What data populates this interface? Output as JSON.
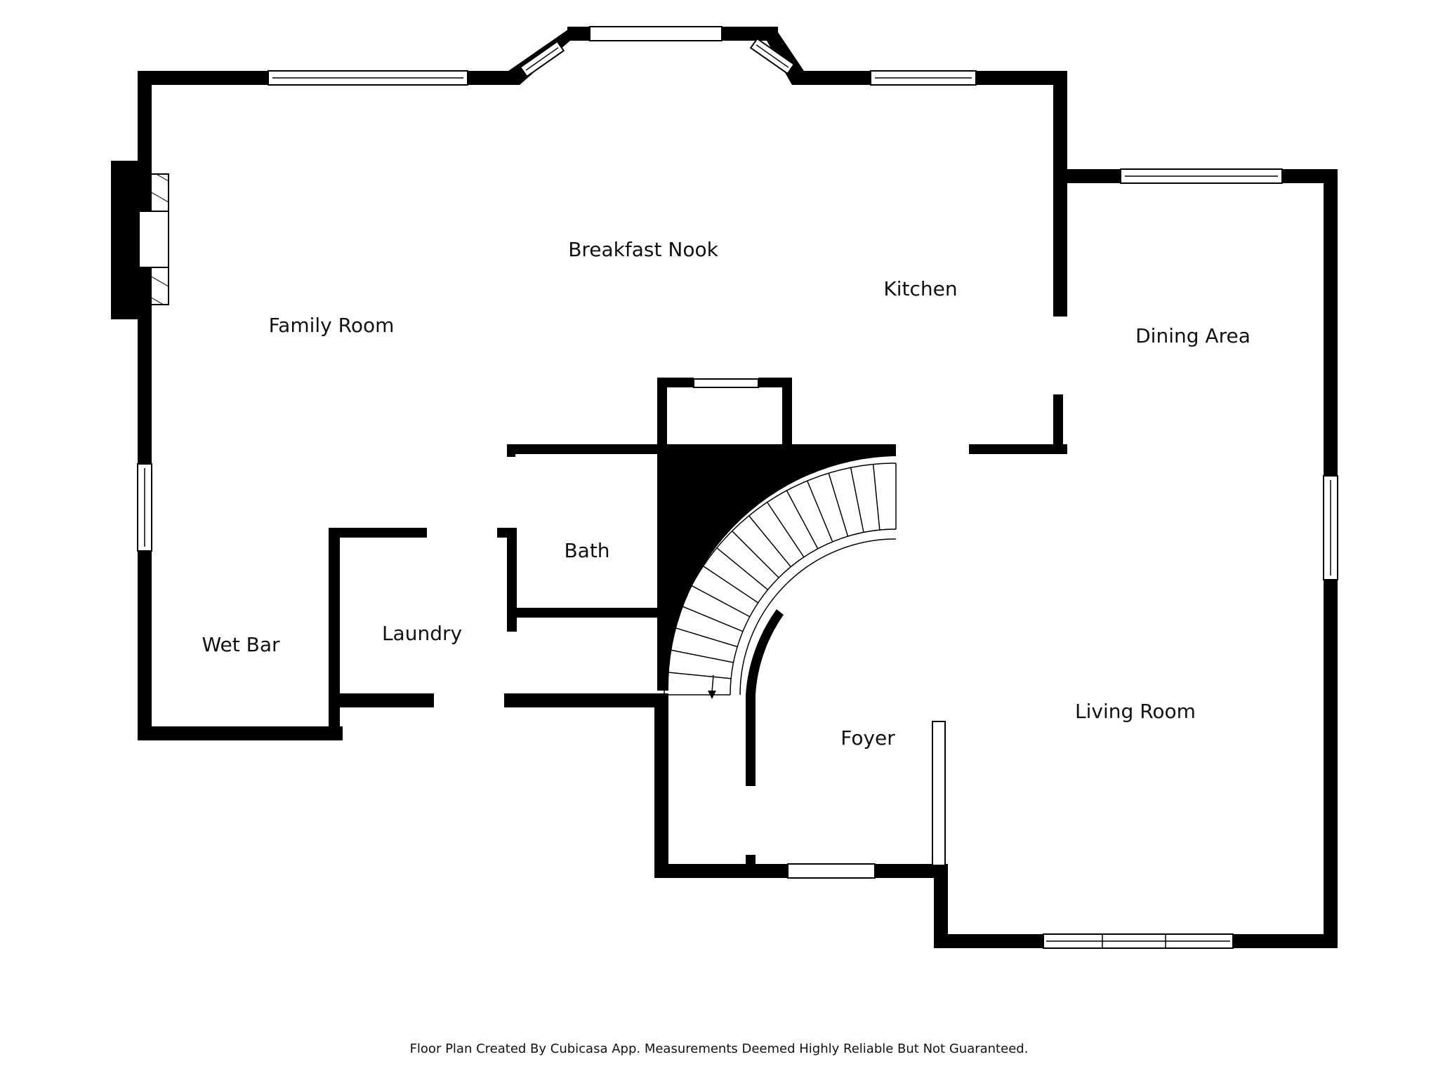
{
  "plan": {
    "rooms": [
      {
        "id": "family-room",
        "label": "Family Room"
      },
      {
        "id": "breakfast-nook",
        "label": "Breakfast Nook"
      },
      {
        "id": "kitchen",
        "label": "Kitchen"
      },
      {
        "id": "dining-area",
        "label": "Dining Area"
      },
      {
        "id": "bath",
        "label": "Bath"
      },
      {
        "id": "laundry",
        "label": "Laundry"
      },
      {
        "id": "wet-bar",
        "label": "Wet Bar"
      },
      {
        "id": "foyer",
        "label": "Foyer"
      },
      {
        "id": "living-room",
        "label": "Living Room"
      }
    ],
    "footer": "Floor Plan Created By Cubicasa App. Measurements Deemed Highly Reliable But Not Guaranteed."
  }
}
